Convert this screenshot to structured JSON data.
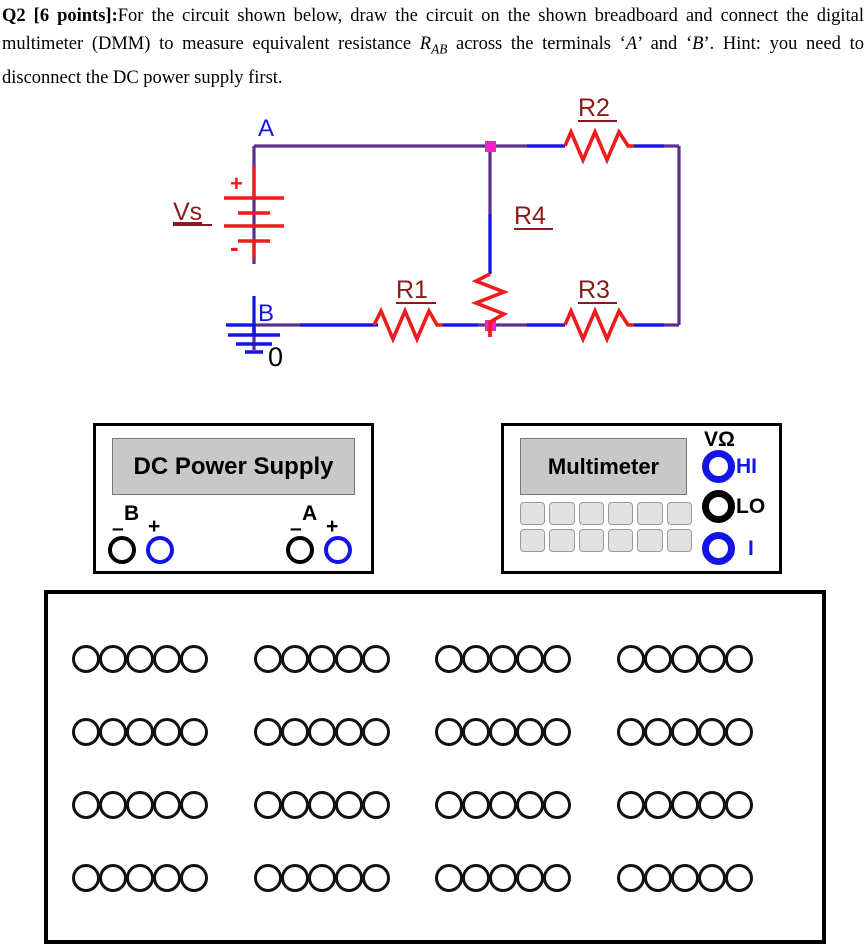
{
  "question": {
    "label": "Q2 [6 points]:",
    "body_part1": "For the circuit shown below, draw the circuit on the shown breadboard and connect the digital multimeter (DMM) to measure equivalent resistance ",
    "resistance_symbol": "R",
    "resistance_subscript": "AB",
    "body_part2": " across the terminals ‘",
    "terminal_a": "A",
    "body_part3": "’ and ‘",
    "terminal_b": "B",
    "body_part4": "’. Hint: you need to disconnect the DC power supply first."
  },
  "circuit": {
    "source_label": "Vs",
    "source_plus": "+",
    "source_minus": "-",
    "node_a_label": "A",
    "node_b_label": "B",
    "ground_label": "0",
    "resistors": [
      {
        "id": "R1",
        "label": "R1"
      },
      {
        "id": "R2",
        "label": "R2"
      },
      {
        "id": "R3",
        "label": "R3"
      },
      {
        "id": "R4",
        "label": "R4"
      }
    ],
    "colors": {
      "wire": "#5b2d8e",
      "wire_blue": "#1414e6",
      "resistor": "#ee1c1c",
      "label": "#8b1a1a",
      "node_dot": "#ff1fc4",
      "node_text": "#1414e6",
      "ground": "#1414e6"
    }
  },
  "dc_power_supply": {
    "screen_label": "DC Power Supply",
    "terminals": [
      {
        "name": "B",
        "minus": "–",
        "plus": "+"
      },
      {
        "name": "A",
        "minus": "–",
        "plus": "+"
      }
    ]
  },
  "multimeter": {
    "screen_label": "Multimeter",
    "vohm_label": "VΩ",
    "jacks": [
      {
        "label": "HI",
        "color": "#1414e6"
      },
      {
        "label": "LO",
        "color": "#000000"
      },
      {
        "label": "I",
        "color": "#1414e6"
      }
    ],
    "button_count": 12
  },
  "breadboard": {
    "group_rows": 4,
    "group_cols": 4,
    "holes_per_group": 5
  }
}
